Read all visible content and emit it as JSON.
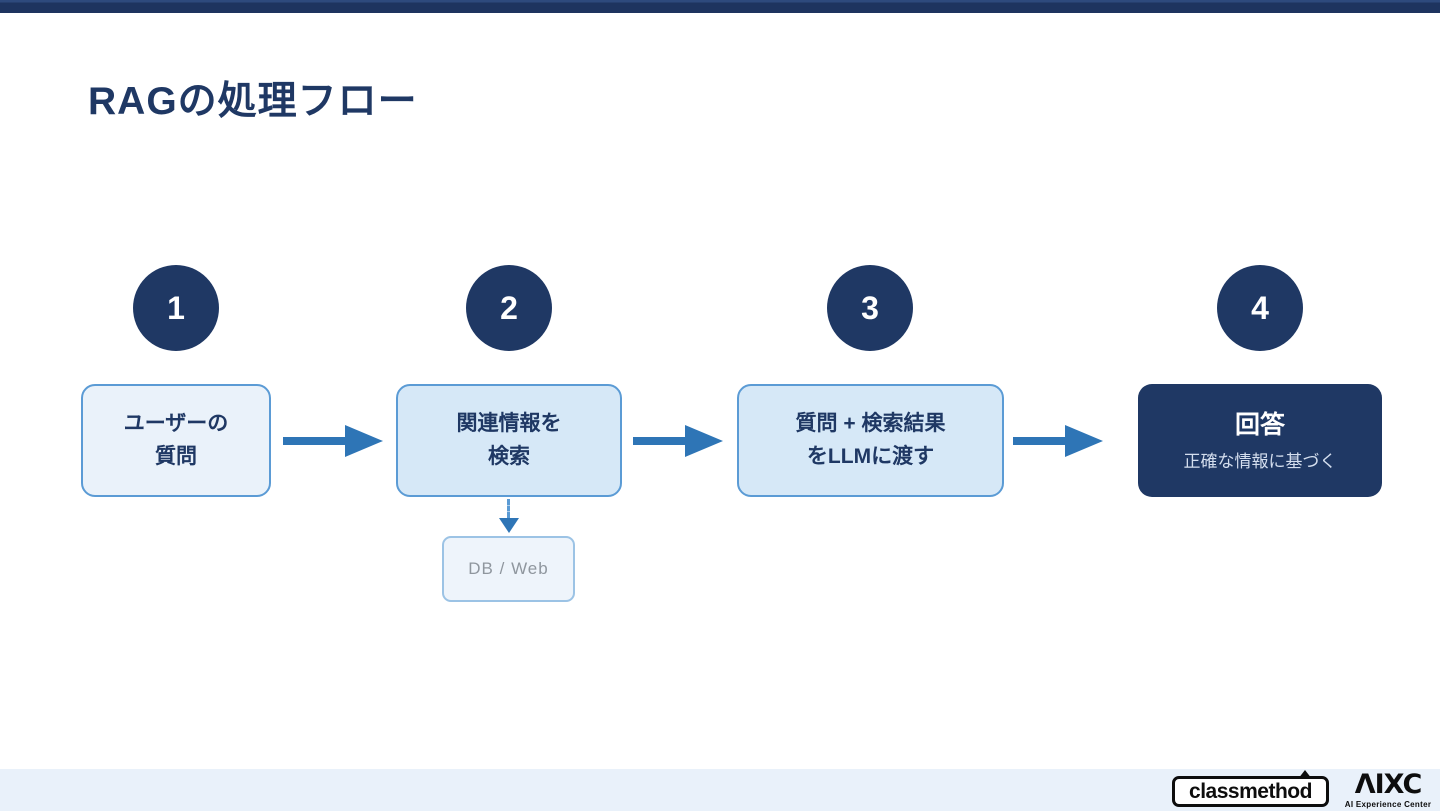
{
  "slide": {
    "title": "RAGの処理フロー"
  },
  "steps": [
    {
      "number": "1",
      "line1": "ユーザーの",
      "line2": "質問"
    },
    {
      "number": "2",
      "line1": "関連情報を",
      "line2": "検索"
    },
    {
      "number": "3",
      "line1": "質問 + 検索結果",
      "line2": "をLLMに渡す"
    },
    {
      "number": "4",
      "line1": "回答",
      "line2": "正確な情報に基づく"
    }
  ],
  "sub_box": {
    "label": "DB / Web"
  },
  "footer": {
    "classmethod_logo": "classmethod",
    "nxc_mark": "ΛIXC",
    "nxc_caption": "AI Experience Center"
  },
  "colors": {
    "navy": "#1f3864",
    "arrow_blue": "#2e75b6",
    "box_border_blue": "#5b9bd5",
    "box_fill_light": "#eaf2fa",
    "box_fill_medium": "#d6e8f7",
    "footer_band": "#e9f1fa"
  }
}
